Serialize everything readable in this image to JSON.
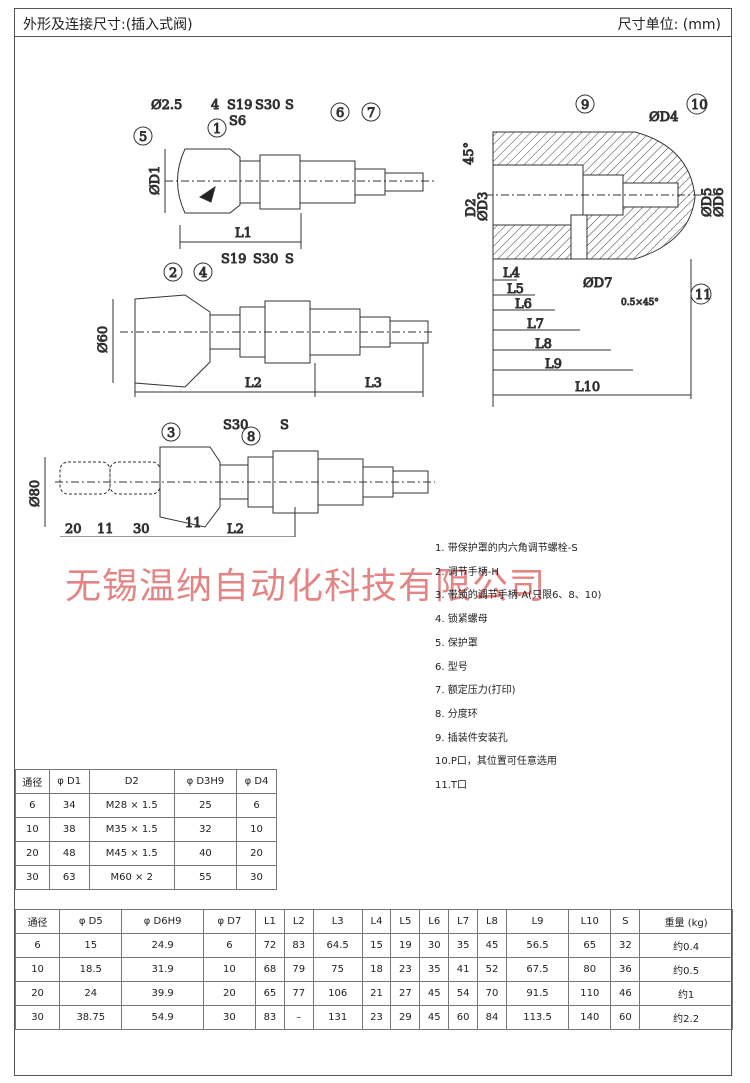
{
  "header": {
    "title": "外形及连接尺寸:(插入式阀)",
    "unit": "尺寸单位: (mm)"
  },
  "drawing_labels": {
    "d2_5": "Ø2.5",
    "n1": "1",
    "n2": "2",
    "n3": "3",
    "n4": "4",
    "n5": "5",
    "n6": "6",
    "n7": "7",
    "n8": "8",
    "n9": "9",
    "n10": "10",
    "n11": "11",
    "s19": "S19",
    "s30": "S30",
    "s": "S",
    "s6": "S6",
    "d1": "ØD1",
    "l1": "L1",
    "l2": "L2",
    "l3": "L3",
    "d60": "Ø60",
    "d80": "Ø80",
    "dim20": "20",
    "dim11a": "11",
    "dim30": "30",
    "dim11b": "11",
    "deg45": "45°",
    "d2": "D2",
    "d3": "ØD3",
    "d4": "ØD4",
    "d5": "ØD5",
    "d6": "ØD6",
    "d7": "ØD7",
    "chamfer": "0.5×45°",
    "l4": "L4",
    "l5": "L5",
    "l6": "L6",
    "l7": "L7",
    "l8": "L8",
    "l9": "L9",
    "l10": "L10"
  },
  "watermark": "无锡温纳自动化科技有限公司",
  "notes": [
    "1. 带保护罩的内六角调节螺栓-S",
    "2. 调节手柄-H",
    "3. 带锁的调节手柄-A(只限6、8、10)",
    "4. 锁紧螺母",
    "5. 保护罩",
    "6. 型号",
    "7. 额定压力(打印)",
    "8. 分度环",
    "9. 插装件安装孔",
    "10.P口，其位置可任意选用",
    "11.T口"
  ],
  "table1": {
    "headers": [
      "通径",
      "φ D1",
      "D2",
      "φ D3H9",
      "φ D4"
    ],
    "rows": [
      [
        "6",
        "34",
        "M28 × 1.5",
        "25",
        "6"
      ],
      [
        "10",
        "38",
        "M35 × 1.5",
        "32",
        "10"
      ],
      [
        "20",
        "48",
        "M45 × 1.5",
        "40",
        "20"
      ],
      [
        "30",
        "63",
        "M60 × 2",
        "55",
        "30"
      ]
    ]
  },
  "table2": {
    "headers": [
      "通径",
      "φ D5",
      "φ D6H9",
      "φ D7",
      "L1",
      "L2",
      "L3",
      "L4",
      "L5",
      "L6",
      "L7",
      "L8",
      "L9",
      "L10",
      "S",
      "重量 (kg)"
    ],
    "rows": [
      [
        "6",
        "15",
        "24.9",
        "6",
        "72",
        "83",
        "64.5",
        "15",
        "19",
        "30",
        "35",
        "45",
        "56.5",
        "65",
        "32",
        "约0.4"
      ],
      [
        "10",
        "18.5",
        "31.9",
        "10",
        "68",
        "79",
        "75",
        "18",
        "23",
        "35",
        "41",
        "52",
        "67.5",
        "80",
        "36",
        "约0.5"
      ],
      [
        "20",
        "24",
        "39.9",
        "20",
        "65",
        "77",
        "106",
        "21",
        "27",
        "45",
        "54",
        "70",
        "91.5",
        "110",
        "46",
        "约1"
      ],
      [
        "30",
        "38.75",
        "54.9",
        "30",
        "83",
        "–",
        "131",
        "23",
        "29",
        "45",
        "60",
        "84",
        "113.5",
        "140",
        "60",
        "约2.2"
      ]
    ]
  }
}
